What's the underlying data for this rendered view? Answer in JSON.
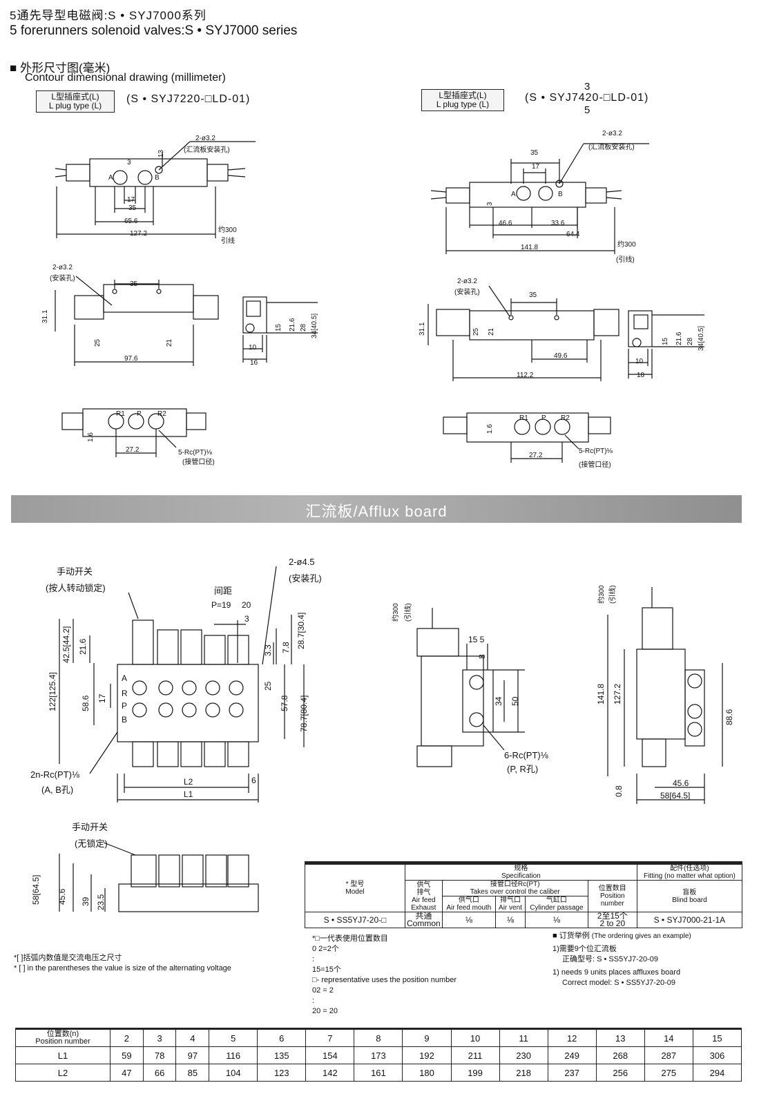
{
  "header": {
    "title_cn": "5通先导型电磁阀:S • SYJ7000系列",
    "title_en": "5 forerunners solenoid valves:S • SYJ7000 series",
    "section_cn": "■ 外形尺寸图(毫米)",
    "section_en": "Contour dimensional drawing (millimeter)"
  },
  "plug_left": {
    "cn": "L型插座式(L)",
    "en": "L plug type (L)",
    "model": "(S • SYJ7220-□LD-01)"
  },
  "plug_right": {
    "cn": "L型插座式(L)",
    "en": "L plug type (L)",
    "model_a": "(S • SYJ74",
    "model_b": "20-□LD-01)",
    "sup": "3",
    "sub": "5"
  },
  "dims_left": {
    "hole": "2-ø3.2",
    "hole_note": "(汇流板安装孔)",
    "d13": "13",
    "d3": "3",
    "dA": "A",
    "dB": "B",
    "d17": "17",
    "d35": "35",
    "d656": "65.6",
    "d1272": "127.2",
    "lead": "约300",
    "lead2": "引线",
    "hole2": "2-ø3.2",
    "hole2_note": "(安装孔)",
    "s35": "35",
    "d311": "31.1",
    "d25": "25",
    "d21": "21",
    "d976": "97.6",
    "e15": "15",
    "e216": "21.6",
    "e28": "28",
    "e34": "34[40.5]",
    "e10": "10",
    "e16": "16",
    "r1": "R1",
    "p": "P",
    "r2": "R2",
    "d16": "1.6",
    "d272": "27.2",
    "rc": "5-Rc(PT)⅛",
    "rc_note": "(接管口径)"
  },
  "dims_right": {
    "hole": "2-ø3.2",
    "hole_note": "(汇流板安装孔)",
    "d35": "35",
    "d17": "17",
    "dA": "A",
    "dB": "B",
    "d3": "3",
    "d466": "46.6",
    "d336": "33.6",
    "d644": "64.4",
    "d1418": "141.8",
    "lead": "约300",
    "lead2": "(引线)",
    "hole2": "2-ø3.2",
    "hole2_note": "(安装孔)",
    "s35": "35",
    "d311": "31.1",
    "d25": "25",
    "d21": "21",
    "d496": "49.6",
    "d1122": "112.2",
    "e15": "15",
    "e216": "21.6",
    "e28": "28",
    "e34": "34[40.5]",
    "e10": "10",
    "e18": "18",
    "r1": "R1",
    "p": "P",
    "r2": "R2",
    "d16": "1.6",
    "d272": "27.2",
    "rc": "5-Rc(PT)⅛",
    "rc_note": "(接管口径)"
  },
  "banner": {
    "label": "汇流板/Afflux board"
  },
  "afflux": {
    "manual": "手动开关",
    "manual_note": "(按人转动锁定)",
    "hole": "2-ø4.5",
    "hole_note": "(安装孔)",
    "pitch": "间距",
    "pitch_val": "P=19",
    "d20": "20",
    "d3": "3",
    "d122": "122[125.4]",
    "d425": "42.5[44.2]",
    "d216": "21.6",
    "d586": "58.6",
    "d17": "17",
    "d287": "28.7[30.4]",
    "d78": "7.8",
    "d33": "3.3",
    "d25": "25",
    "d578": "57.8",
    "d787": "78.7[80.4]",
    "a": "A",
    "r": "R",
    "p": "P",
    "b": "B",
    "rc": "2n-Rc(PT)⅛",
    "rc_note": "(A, B孔)",
    "l2": "L2",
    "l1": "L1",
    "d6": "6",
    "m_lead": "约300",
    "m_lead2": "(引线)",
    "m155": "15 5",
    "m8": "8",
    "m34": "34",
    "m50": "50",
    "m_rc": "6-Rc(PT)⅛",
    "m_rc_note": "(P, R孔)",
    "r_lead": "约300",
    "r_lead2": "(引线)",
    "r1418": "141.8",
    "r1272": "127.2",
    "r886": "88.6",
    "r08": "0.8",
    "r456": "45.6",
    "r58": "58[64.5]",
    "manual2": "手动开关",
    "manual2_note": "(无锁定)",
    "f58": "58[64.5]",
    "f456": "45.6",
    "f39": "39",
    "f235": "23.5"
  },
  "spec_table": {
    "spec_cn": "规格",
    "spec_en": "Specification",
    "fit_cn": "配件(任选项)",
    "fit_en": "Fitting (no matter what option)",
    "model_cn": "* 型号",
    "model_en": "Model",
    "supply_cn": "供气",
    "exhaust_cn": "排气",
    "supply_en": "Air feed",
    "exhaust_en": "Exhaust",
    "caliber_cn": "接管口径Rc(PT)",
    "caliber_en": "Takes over control the caliber",
    "feed_cn": "供气口",
    "feed_en": "Air feed mouth",
    "vent_cn": "排气口",
    "vent_en": "Air vent",
    "cyl_cn": "气缸口",
    "cyl_en": "Cylinder passage",
    "pos_cn": "位置数目",
    "pos_en": "Position",
    "pos_en2": "number",
    "blind_cn": "盲板",
    "blind_en": "Blind board",
    "row_model": "S • SS5YJ7-20-□",
    "row_common_cn": "共通",
    "row_common_en": "Common",
    "row_feed": "⅛",
    "row_vent": "⅛",
    "row_cyl": "⅛",
    "row_pos": "2至15个",
    "row_pos2": "2 to 20",
    "row_blind": "S • SYJ7000-21-1A"
  },
  "notes": {
    "bracket_cn": "*[ ]括弧内数值是交流电压之尺寸",
    "bracket_en": "* [ ] in the parentheses the value is size of the alternating voltage",
    "pos_1": "*□一代表使用位置数目",
    "pos_2": "0 2=2个",
    "pos_3": ":",
    "pos_4": "15=15个",
    "pos_5": "□- representative uses the position number",
    "pos_6": "02 = 2",
    "pos_7": ":",
    "pos_8": "20 = 20",
    "ord_title": "■ 订货举例",
    "ord_title_en": "(The ordering gives an example)",
    "ord_1": "1)需要9个位汇流板",
    "ord_2": "正确型号: S • SS5YJ7-20-09",
    "ord_3": "1) needs 9 units places affluxes board",
    "ord_4": "Correct model: S • SS5YJ7-20-09"
  },
  "bottom_table": {
    "head_cn": "位置数(n)",
    "head_en": "Position number",
    "positions": [
      "2",
      "3",
      "4",
      "5",
      "6",
      "7",
      "8",
      "9",
      "10",
      "11",
      "12",
      "13",
      "14",
      "15"
    ],
    "l1_label": "L1",
    "l1": [
      "59",
      "78",
      "97",
      "116",
      "135",
      "154",
      "173",
      "192",
      "211",
      "230",
      "249",
      "268",
      "287",
      "306"
    ],
    "l2_label": "L2",
    "l2": [
      "47",
      "66",
      "85",
      "104",
      "123",
      "142",
      "161",
      "180",
      "199",
      "218",
      "237",
      "256",
      "275",
      "294"
    ]
  }
}
